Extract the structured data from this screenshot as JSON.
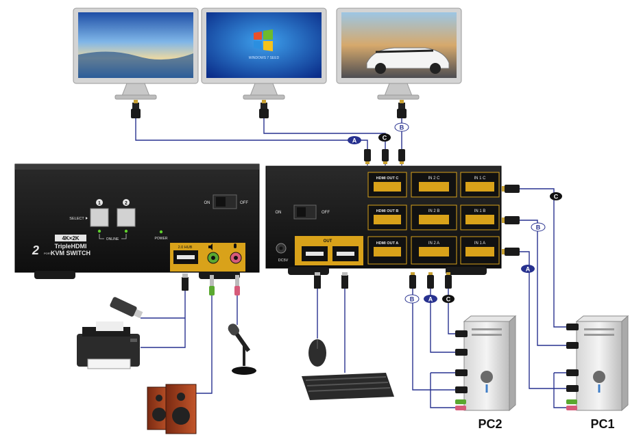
{
  "front_panel": {
    "select_label": "SELECT",
    "button_1": "1",
    "button_2": "2",
    "online_label": "ONLINE",
    "power_label": "POWER",
    "resolution_badge": "4K×2K",
    "brand_prefix": "2",
    "brand_port": "PORT",
    "brand_line1": "TripleHDMI",
    "brand_line2": "KVM SWITCH",
    "usb_hub_label": "2.0 HUB",
    "switch_on": "ON",
    "switch_off": "OFF"
  },
  "rear_panel": {
    "switch_on": "ON",
    "switch_off": "OFF",
    "dc_label": "DC5V",
    "usb_out_label": "OUT",
    "hdmi_out_c": "HDMI OUT C",
    "hdmi_out_b": "HDMI OUT B",
    "hdmi_out_a": "HDMI OUT A",
    "in2c": "IN 2 C",
    "in1c": "IN 1 C",
    "in2b": "IN 2 B",
    "in1b": "IN 1 B",
    "in2a": "IN 2 A",
    "in1a": "IN 1 A"
  },
  "cable_labels": {
    "a": "A",
    "b": "B",
    "c": "C"
  },
  "pc_labels": {
    "pc1": "PC1",
    "pc2": "PC2"
  },
  "monitor2_caption": "WINDOWS 7 SEED",
  "colors": {
    "cable": "#27318f",
    "device_body": "#141414",
    "port_gold": "#d9a21a",
    "led_green": "#5fd02c",
    "monitor_bezel": "#cfcfcf",
    "audio_green": "#5aa830",
    "audio_pink": "#d65b7a"
  }
}
